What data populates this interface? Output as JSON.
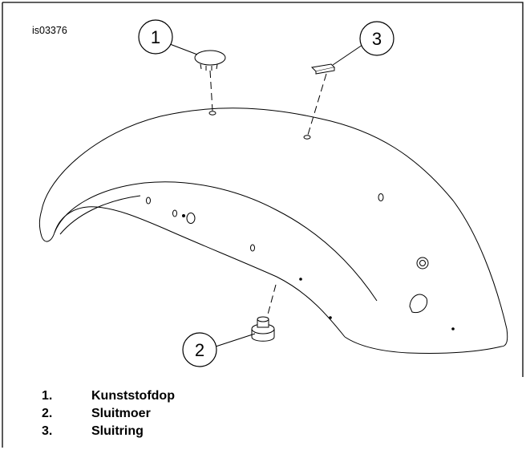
{
  "figure": {
    "id": "is03376",
    "callouts": [
      {
        "number": "1"
      },
      {
        "number": "2"
      },
      {
        "number": "3"
      }
    ]
  },
  "legend": [
    {
      "number": "1.",
      "label": "Kunststofdop"
    },
    {
      "number": "2.",
      "label": "Sluitmoer"
    },
    {
      "number": "3.",
      "label": "Sluitring"
    }
  ],
  "colors": {
    "line": "#000000",
    "background": "#ffffff"
  }
}
